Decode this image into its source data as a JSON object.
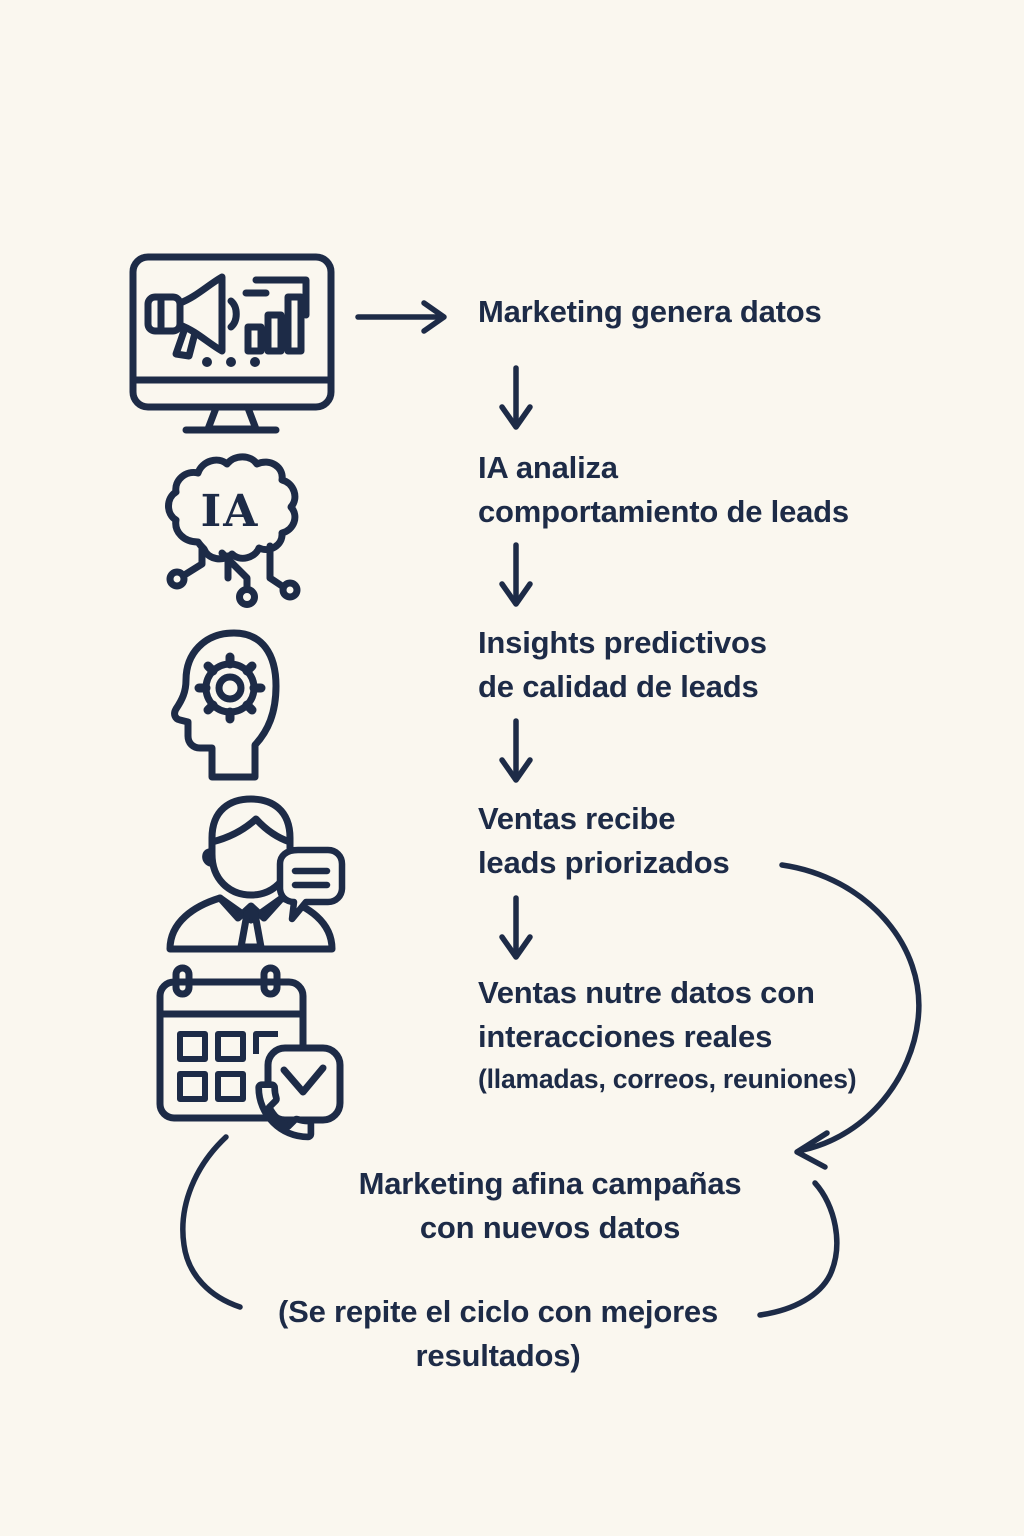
{
  "palette": {
    "background": "#faf7ef",
    "ink": "#1d2b47"
  },
  "brain_label": "IA",
  "icons": [
    {
      "name": "marketing-monitor-icon"
    },
    {
      "name": "ai-brain-icon"
    },
    {
      "name": "insights-head-gear-icon"
    },
    {
      "name": "sales-rep-chat-icon"
    },
    {
      "name": "calendar-call-check-icon"
    }
  ],
  "steps": [
    {
      "lines": [
        "Marketing genera datos"
      ]
    },
    {
      "lines": [
        "IA analiza",
        "comportamiento de leads"
      ]
    },
    {
      "lines": [
        "Insights predictivos",
        "de calidad de leads"
      ]
    },
    {
      "lines": [
        "Ventas recibe",
        "leads priorizados"
      ]
    },
    {
      "lines": [
        "Ventas nutre datos con",
        "interacciones reales"
      ],
      "note": "(llamadas, correos, reuniones)"
    },
    {
      "lines": [
        "Marketing afina campañas",
        "con nuevos datos"
      ]
    },
    {
      "lines": [
        "(Se repite el ciclo con mejores",
        "resultados)"
      ]
    }
  ]
}
